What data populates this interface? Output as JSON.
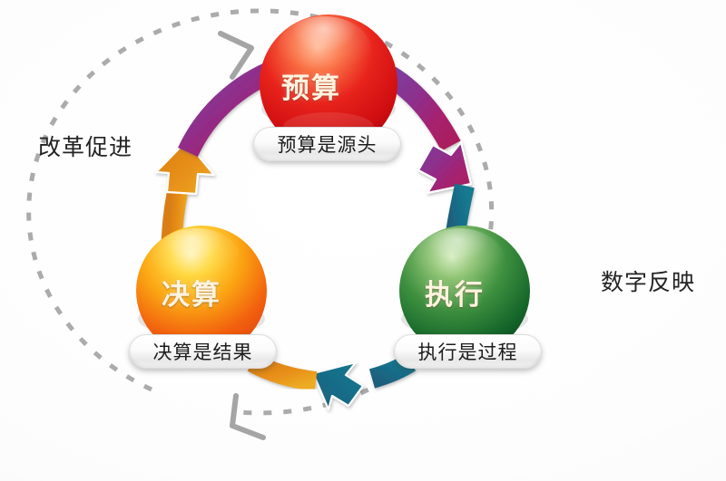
{
  "diagram": {
    "type": "cycle",
    "background_color": "#fdfdfd",
    "side_labels": {
      "left": "改革促进",
      "right": "数字反映"
    },
    "nodes": [
      {
        "id": "budget",
        "title": "预算",
        "caption": "预算是源头",
        "color": "#e02020",
        "position": "top"
      },
      {
        "id": "execution",
        "title": "执行",
        "caption": "执行是过程",
        "color": "#1e7a34",
        "position": "bottom-right"
      },
      {
        "id": "settlement",
        "title": "决算",
        "caption": "决算是结果",
        "color": "#f07010",
        "position": "bottom-left"
      }
    ],
    "arrows": [
      {
        "id": "budget-to-execution",
        "from": "budget",
        "to": "execution",
        "color": "#9c2470"
      },
      {
        "id": "execution-to-settlement",
        "from": "execution",
        "to": "settlement",
        "color": "#1a6a88"
      },
      {
        "id": "settlement-to-budget",
        "from": "settlement",
        "to": "budget",
        "color": "#e08a1a"
      }
    ],
    "outer_ring": {
      "style": "dashed",
      "color": "#a8a8a8",
      "arrowheads": 2
    }
  }
}
